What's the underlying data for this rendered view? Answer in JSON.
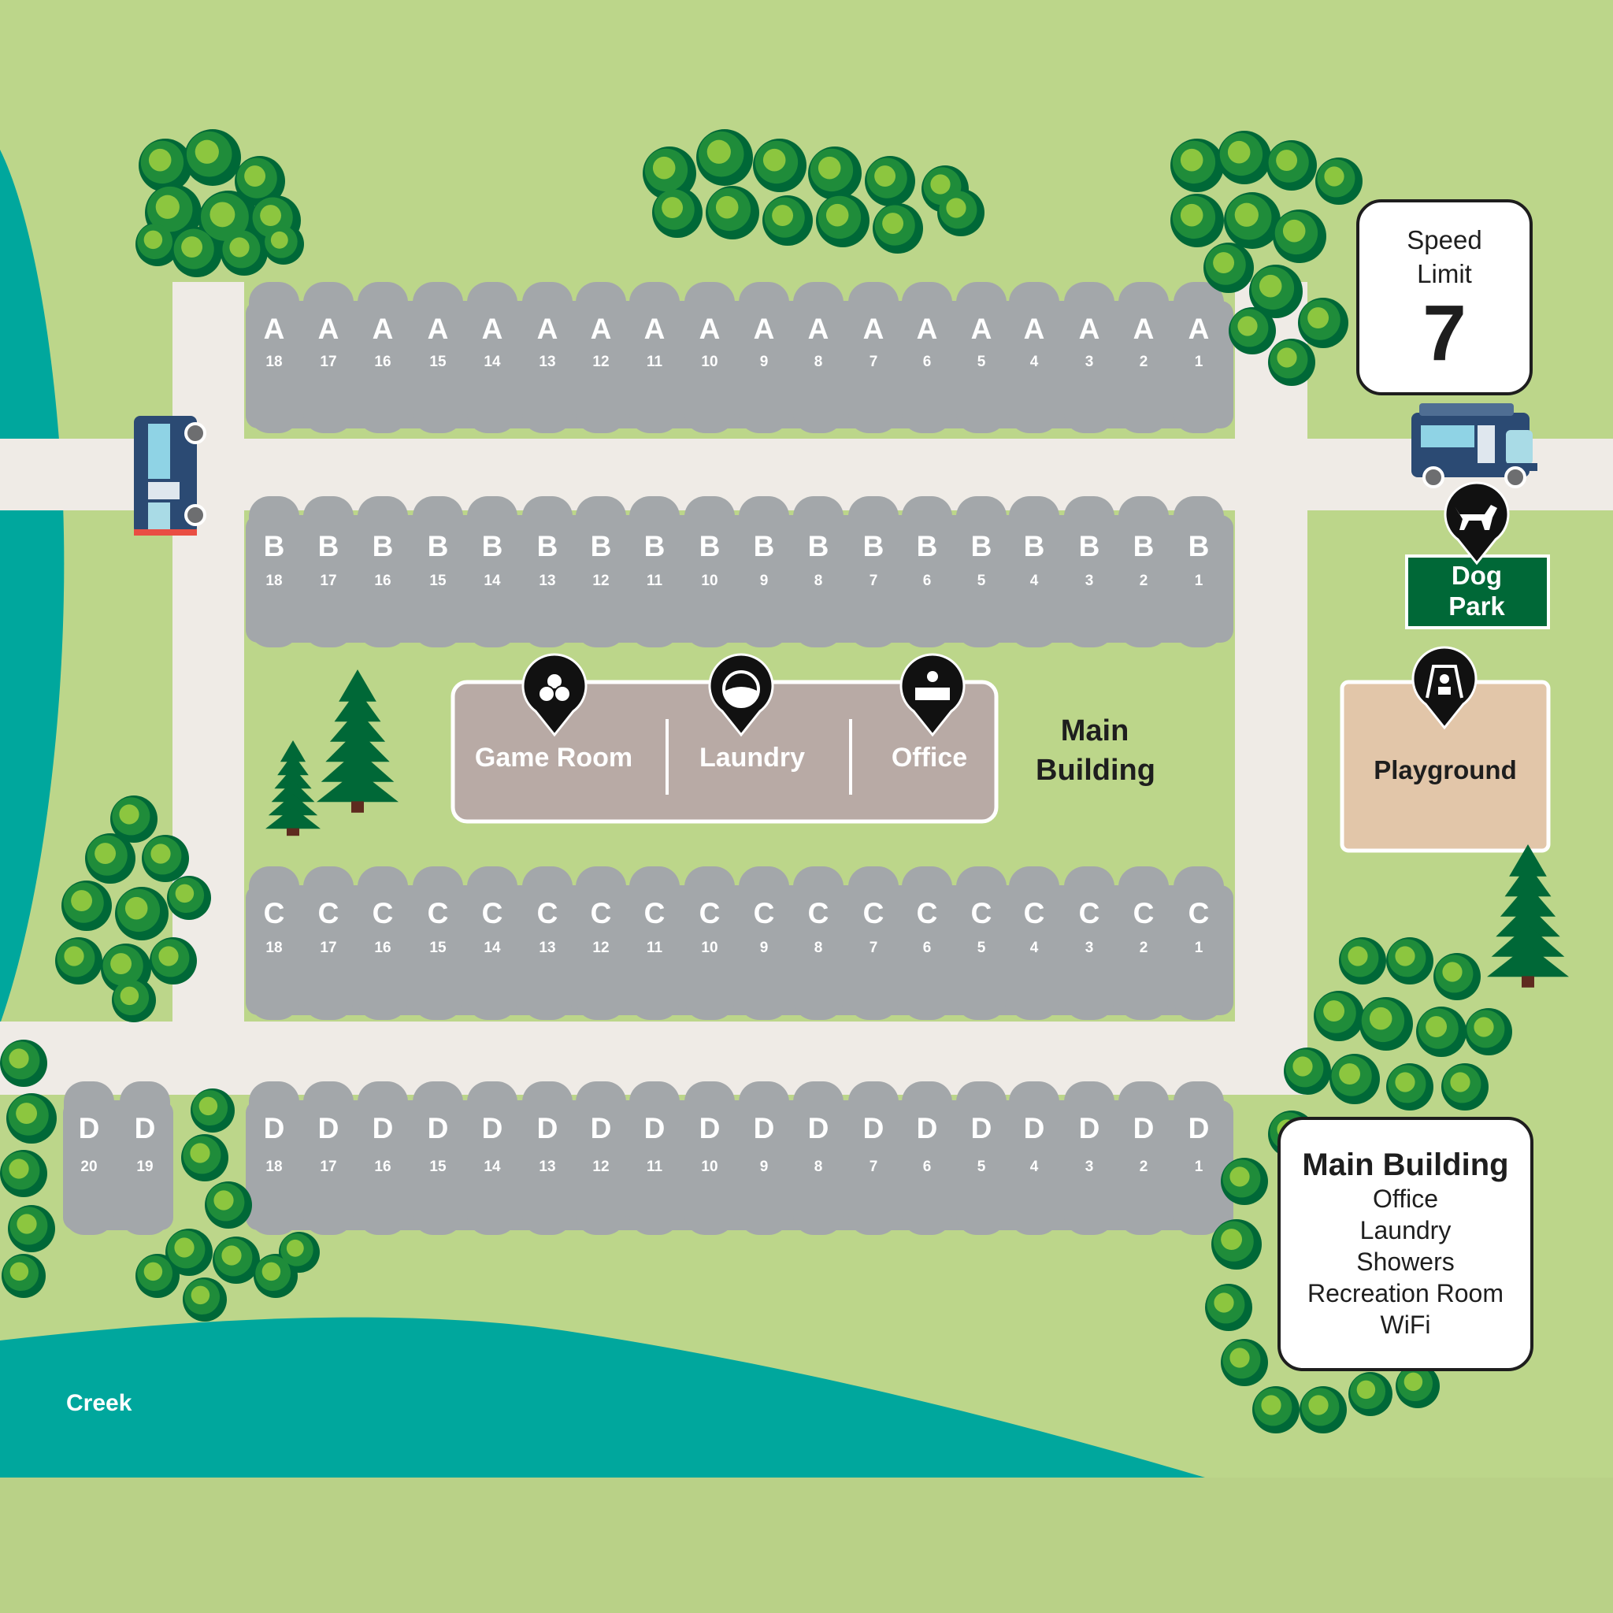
{
  "speed_sign": {
    "line1": "Speed",
    "line2": "Limit",
    "value": "7"
  },
  "info_sign": {
    "title": "Main Building",
    "items": [
      "Office",
      "Laundry",
      "Showers",
      "Recreation Room",
      "WiFi"
    ]
  },
  "main_building": {
    "label_line1": "Main",
    "label_line2": "Building",
    "rooms": [
      {
        "label": "Game Room",
        "icon": "game-room-icon"
      },
      {
        "label": "Laundry",
        "icon": "laundry-icon"
      },
      {
        "label": "Office",
        "icon": "office-icon"
      }
    ]
  },
  "amenities": {
    "dog_park": {
      "line1": "Dog",
      "line2": "Park",
      "icon": "dog-icon"
    },
    "playground": {
      "label": "Playground",
      "icon": "swing-icon"
    }
  },
  "creek": {
    "label": "Creek"
  },
  "sites": {
    "A": [
      "18",
      "17",
      "16",
      "15",
      "14",
      "13",
      "12",
      "11",
      "10",
      "9",
      "8",
      "7",
      "6",
      "5",
      "4",
      "3",
      "2",
      "1"
    ],
    "B": [
      "18",
      "17",
      "16",
      "15",
      "14",
      "13",
      "12",
      "11",
      "10",
      "9",
      "8",
      "7",
      "6",
      "5",
      "4",
      "3",
      "2",
      "1"
    ],
    "C": [
      "18",
      "17",
      "16",
      "15",
      "14",
      "13",
      "12",
      "11",
      "10",
      "9",
      "8",
      "7",
      "6",
      "5",
      "4",
      "3",
      "2",
      "1"
    ],
    "D_left": [
      "20",
      "19"
    ],
    "D": [
      "18",
      "17",
      "16",
      "15",
      "14",
      "13",
      "12",
      "11",
      "10",
      "9",
      "8",
      "7",
      "6",
      "5",
      "4",
      "3",
      "2",
      "1"
    ]
  },
  "colors": {
    "grass": "#b9d187",
    "water": "#00a79d",
    "road": "#efebe6",
    "site": "#a3a7aa",
    "building": "#b8aaa5",
    "playground": "#e2c6a9",
    "dog_park": "#006837",
    "tree_dark": "#006837",
    "tree_mid": "#1f8c3a",
    "tree_light": "#8cc63f"
  }
}
